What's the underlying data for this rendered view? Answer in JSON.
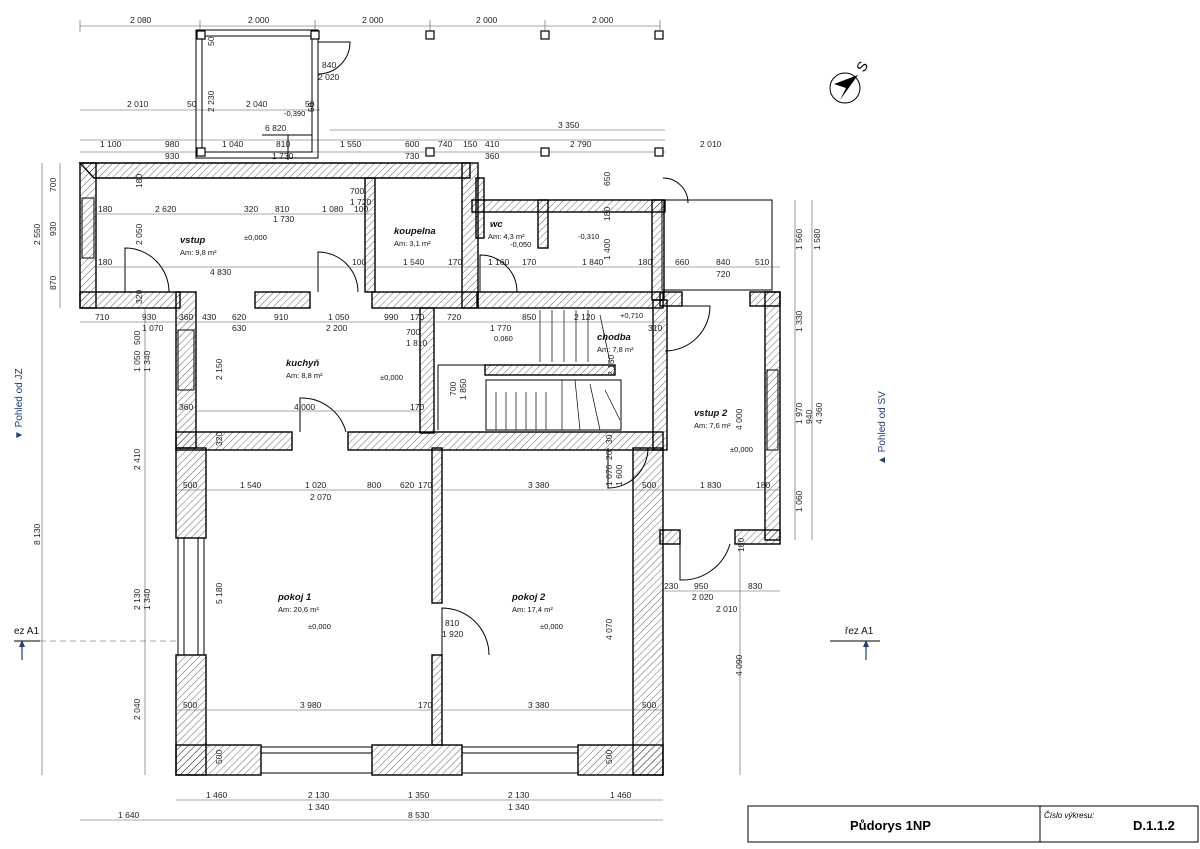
{
  "drawing": {
    "title": "Půdorys 1NP",
    "number_label": "Číslo výkresu:",
    "number": "D.1.1.2",
    "north_label": "S"
  },
  "views": {
    "left": "▼ Pohled od JZ",
    "right": "▲ Pohled od SV",
    "section_left": "ez A1",
    "section_right": "řez A1"
  },
  "rooms": [
    {
      "name": "vstup",
      "area": "Am: 9,8 m²",
      "level": "±0,000"
    },
    {
      "name": "koupelna",
      "area": "Am:   3,1 m²"
    },
    {
      "name": "wc",
      "area": "Am: 4,3 m²",
      "level": "-0,050"
    },
    {
      "name": "kuchyň",
      "area": "Am: 8,8 m²",
      "level": "±0,000"
    },
    {
      "name": "chodba",
      "area": "Am: 7,8 m²",
      "level": "+0,710"
    },
    {
      "name": "vstup 2",
      "area": "Am: 7,6 m²",
      "level": "±0,000"
    },
    {
      "name": "pokoj 1",
      "area": "Am: 20,6 m²",
      "level": "±0,000"
    },
    {
      "name": "pokoj 2",
      "area": "Am: 17,4 m²",
      "level": "±0,000"
    }
  ],
  "levels": {
    "porch": "-0,390",
    "storage": "-0,310",
    "hall": "0,060"
  },
  "dims": {
    "top1": [
      "2 080",
      "2 000",
      "2 000",
      "2 000",
      "2 000"
    ],
    "top2": [
      "2 010",
      "50",
      "2 040",
      "50"
    ],
    "top3": [
      "1 100",
      "980",
      "1 040",
      "810",
      "1 550",
      "600",
      "740",
      "150",
      "410",
      "3 350",
      "2 790",
      "2 010"
    ],
    "top3b": [
      "930",
      "6 820",
      "1 730",
      "730",
      "360"
    ],
    "porch": [
      "840",
      "2 020",
      "2 230",
      "50",
      "50"
    ],
    "row_a": [
      "180",
      "2 620",
      "320",
      "810",
      "1 080",
      "100",
      "1 730",
      "700",
      "1 720"
    ],
    "row_b": [
      "180",
      "4 830",
      "100",
      "1 540",
      "170",
      "1 160",
      "170",
      "1 840",
      "180",
      "660",
      "840",
      "720",
      "510"
    ],
    "row_c": [
      "710",
      "930",
      "1 070",
      "360",
      "430",
      "620",
      "630",
      "910",
      "1 050",
      "2 200",
      "990",
      "170",
      "720",
      "1 770",
      "850",
      "2 120",
      "310",
      "700",
      "1 810"
    ],
    "row_d": [
      "360",
      "4 000",
      "170",
      "700",
      "1 850"
    ],
    "row_e": [
      "500",
      "1 540",
      "1 020",
      "2 070",
      "800",
      "620",
      "170",
      "3 380",
      "500",
      "1 830",
      "180"
    ],
    "row_f": [
      "500",
      "3 980",
      "170",
      "3 380",
      "500"
    ],
    "row_g": [
      "230",
      "950",
      "2 020",
      "830",
      "2 010",
      "810",
      "1 920"
    ],
    "bottom1": [
      "1 460",
      "2 130",
      "1 340",
      "1 350",
      "2 130",
      "1 340",
      "1 460"
    ],
    "bottom2": [
      "1 640",
      "8 530"
    ],
    "left": [
      "700",
      "2 550",
      "930",
      "870",
      "500",
      "1 050",
      "1 340",
      "2 410",
      "8 130",
      "2 130",
      "1 340",
      "2 040",
      "2 050",
      "2 150",
      "320",
      "5 180",
      "500",
      "180",
      "320"
    ],
    "right": [
      "1 560",
      "1 580",
      "1 330",
      "1 970",
      "940",
      "4 360",
      "1 060",
      "4 090",
      "650",
      "1 400",
      "180",
      "2 150",
      "4 000",
      "4 070",
      "1 070",
      "1 600",
      "20",
      "30",
      "180",
      "500"
    ]
  }
}
